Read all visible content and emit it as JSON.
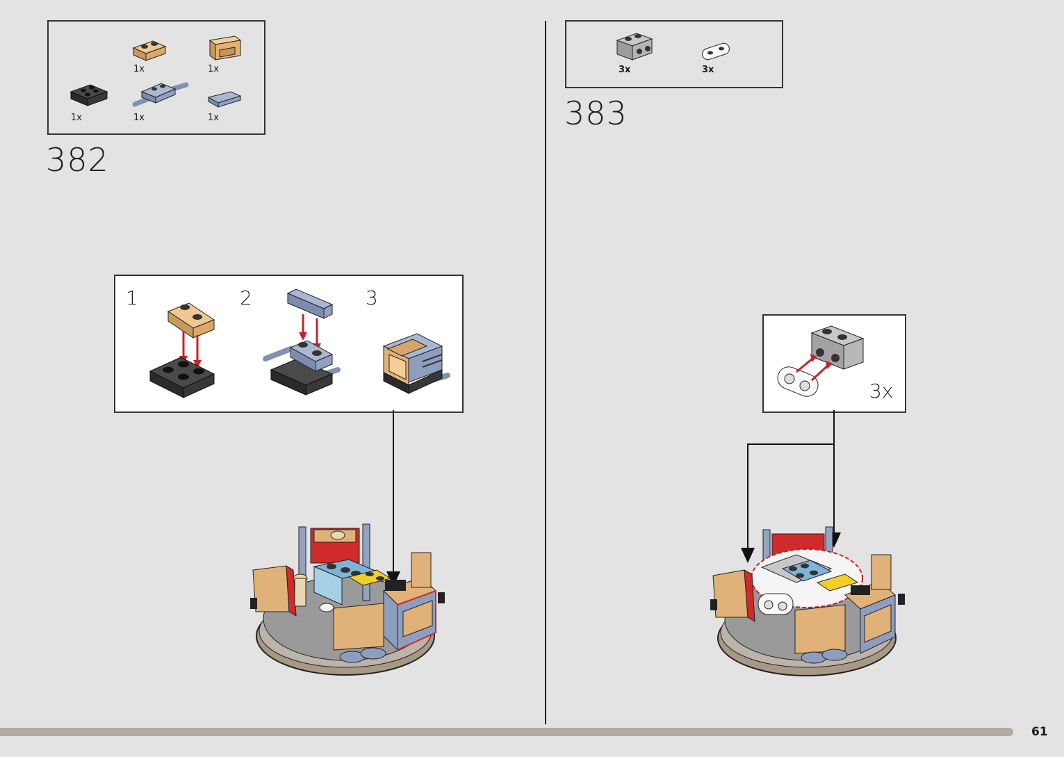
{
  "left": {
    "parts_list": [
      {
        "icon": "tan-plate-1x2-jumper-icon",
        "qty": "1x"
      },
      {
        "icon": "tan-seat-icon",
        "qty": "1x"
      },
      {
        "icon": "black-plate-2x2-icon",
        "qty": "1x"
      },
      {
        "icon": "sand-blue-bar-holder-icon",
        "qty": "1x"
      },
      {
        "icon": "sand-blue-tile-1x2-icon",
        "qty": "1x"
      }
    ],
    "step_number": "382",
    "sub_steps": [
      "1",
      "2",
      "3"
    ]
  },
  "right": {
    "parts_list": [
      {
        "icon": "grey-brick-1x2-studs-on-side-icon",
        "qty": "3x"
      },
      {
        "icon": "white-plate-1x2-rounded-icon",
        "qty": "3x"
      }
    ],
    "step_number": "383",
    "callout_qty": "3x"
  },
  "page_number": "61",
  "colors": {
    "background": "#e3e3e3",
    "tan": "#e0b27a",
    "black_brick": "#3b3b3b",
    "sand_blue": "#97a7c4",
    "red_arrow": "#c8202a",
    "progress_bar": "#b3aba2"
  }
}
